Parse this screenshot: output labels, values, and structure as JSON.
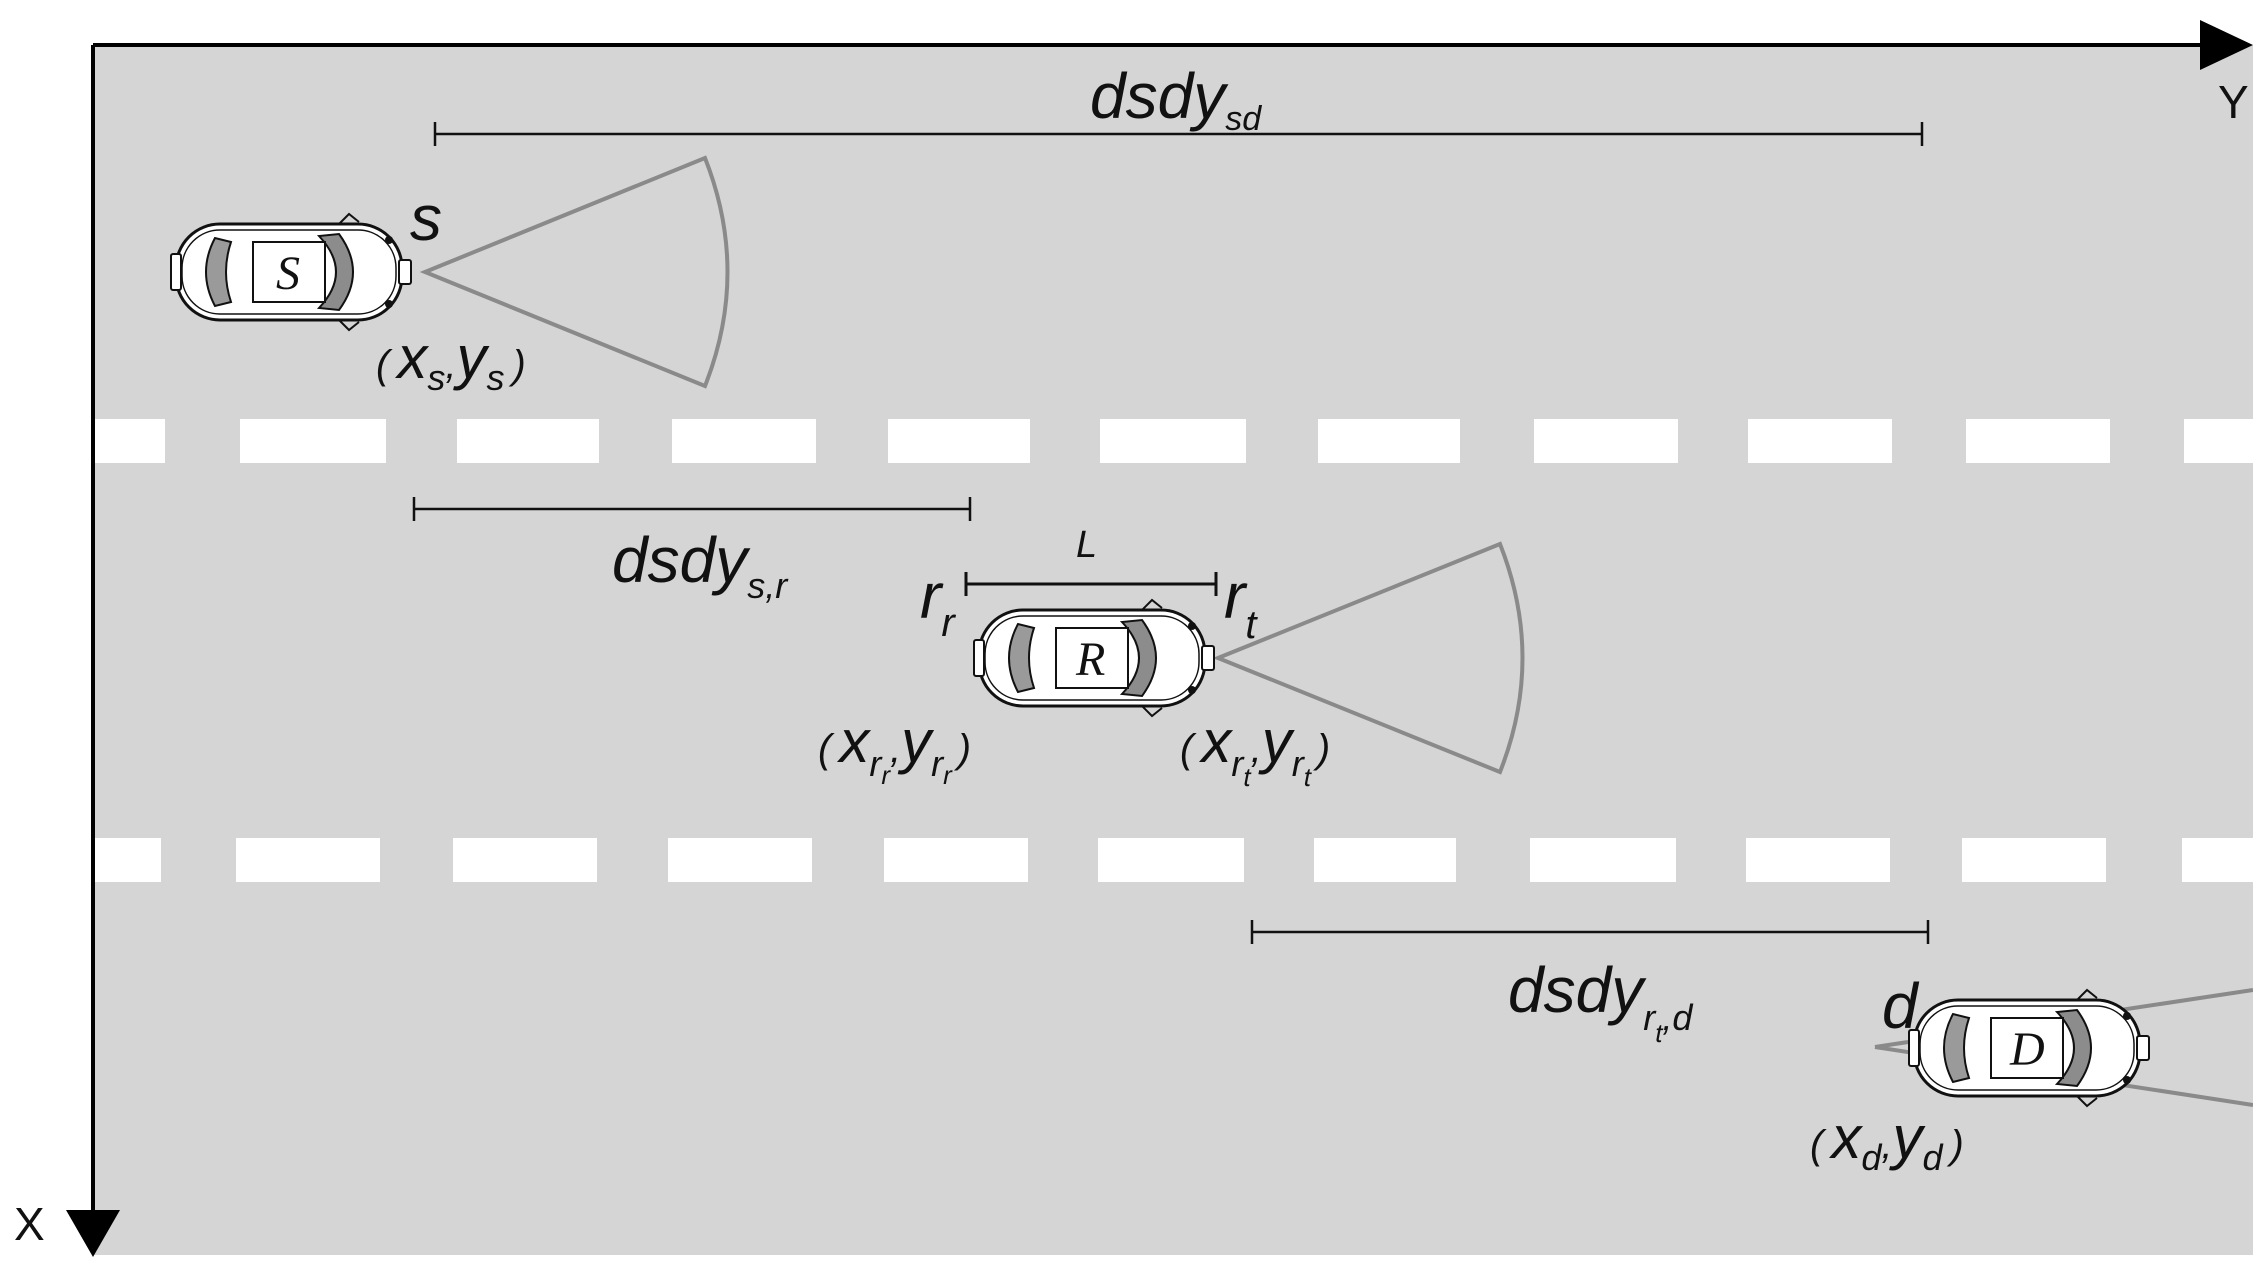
{
  "axes": {
    "y_label": "Y",
    "x_label": "X"
  },
  "distances": {
    "sd": {
      "main": "dsdy",
      "sub": "sd"
    },
    "sr": {
      "main": "dsdy",
      "sub": "s,r"
    },
    "rtd": {
      "main": "dsdy",
      "sub": "r",
      "subsub": "t",
      "tail": ",d"
    },
    "length": "L"
  },
  "vehicles": {
    "source": {
      "badge": "S",
      "point": "s",
      "coord_x": "x",
      "coord_y": "y",
      "sub": "s",
      "open": "(",
      "close": ")",
      "sep": ","
    },
    "relay": {
      "badge": "R",
      "rear_point": "r",
      "rear_sub": "r",
      "front_point": "r",
      "front_sub": "t",
      "rear_coord": {
        "x": "x",
        "y": "y",
        "sub": "r",
        "subsub": "r",
        "open": "(",
        "close": ")",
        "sep": ","
      },
      "front_coord": {
        "x": "x",
        "y": "y",
        "sub": "r",
        "subsub": "t",
        "open": "(",
        "close": ")",
        "sep": ","
      }
    },
    "destination": {
      "badge": "D",
      "point": "d",
      "coord_x": "x",
      "coord_y": "y",
      "sub": "d",
      "open": "(",
      "close": ")",
      "sep": ","
    }
  },
  "colors": {
    "road": "#d5d5d5",
    "lane_marking": "#ffffff",
    "axis": "#000000",
    "sensor_cone": "#8a8a8a"
  }
}
